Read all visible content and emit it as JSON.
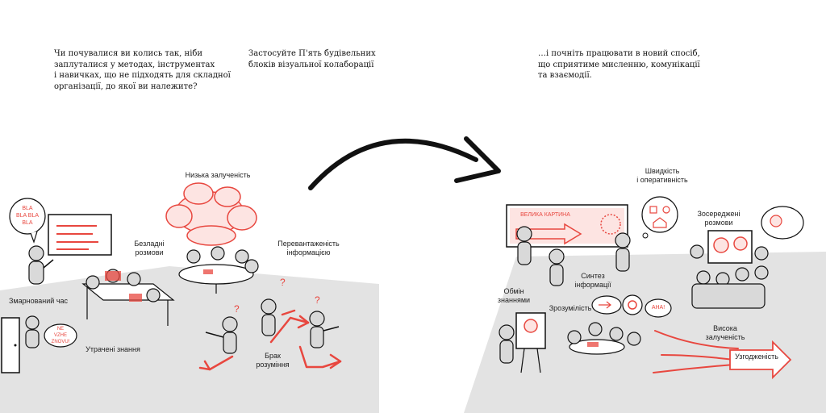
{
  "headings": {
    "problem": "Чи почувалися ви колись так, ніби\nзаплуталися у методах, інструментах\nі навичках, що не підходять для складної\nорганізації, до якої ви належите?",
    "solution": "Застосуйте П'ять будівельних\nблоків візуальної колаборації",
    "result": "…і почніть працювати в новий спосіб,\nщо сприятиме мисленню, комунікації\nта взаємодії."
  },
  "left_labels": {
    "low_engagement": "Низька залученість",
    "useless_talk": "Безладні\nрозмови",
    "info_overload": "Перевантаженість\nінформацією",
    "wasted_time": "Змарнований час",
    "lost_knowledge": "Утрачені знання",
    "lack_understanding": "Брак\nрозуміння"
  },
  "right_labels": {
    "speed": "Швидкість\nі оперативність",
    "focused": "Зосереджені\nрозмови",
    "synthesis": "Синтез\nінформації",
    "knowledge_exchange": "Обмін\nзнаннями",
    "clarity": "Зрозумілість",
    "high_engagement": "Висока\nзалученість",
    "alignment": "Узгодженість"
  },
  "bubbles": {
    "bla": "BLA\nBLA BLA\nBLA",
    "not_again": "NE\nVZHE\nZNOVU!",
    "big_picture": "ВЕЛИКА КАРТИНА",
    "aha": "AHA!"
  },
  "colors": {
    "accent": "#e8473f",
    "ground": "#e3e3e3",
    "ink": "#1a1a1a",
    "person": "#d9d9d9"
  }
}
